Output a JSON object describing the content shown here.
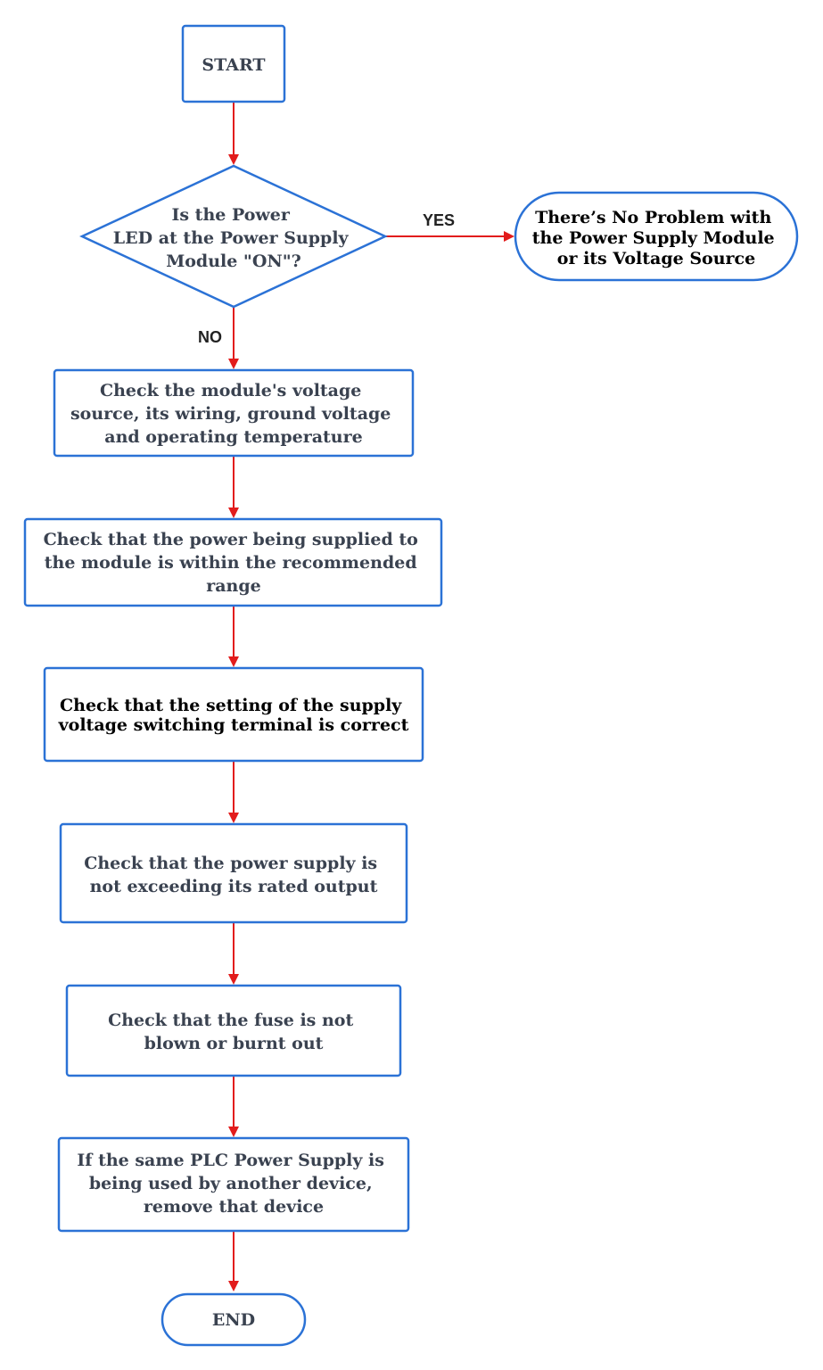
{
  "nodes": {
    "start": {
      "label": "START"
    },
    "decision": {
      "lines": [
        "Is the Power",
        "LED at the Power Supply",
        "Module \"ON\"?"
      ]
    },
    "no_problem": {
      "lines": [
        "There’s No Problem with",
        "the Power Supply Module",
        "or its Voltage Source"
      ]
    },
    "check_source": {
      "lines": [
        "Check the module's voltage",
        "source, its wiring, ground voltage",
        "and operating temperature"
      ]
    },
    "check_range": {
      "lines": [
        "Check that the power being supplied to",
        "the module is within the recommended",
        "range"
      ]
    },
    "check_switch": {
      "lines": [
        "Check that the setting of the supply",
        "voltage switching terminal is correct"
      ]
    },
    "check_output": {
      "lines": [
        "Check that the power supply is",
        "not exceeding its rated output"
      ]
    },
    "check_fuse": {
      "lines": [
        "Check that the fuse is not",
        "blown or burnt out"
      ]
    },
    "check_shared": {
      "lines": [
        "If the same PLC Power Supply is",
        "being used by another device,",
        "remove that device"
      ]
    },
    "end": {
      "label": "END"
    }
  },
  "edges": {
    "yes_label": "YES",
    "no_label": "NO"
  },
  "colors": {
    "node_border": "#2b72d6",
    "connector": "#e21c1c",
    "text": "#3a4250"
  }
}
